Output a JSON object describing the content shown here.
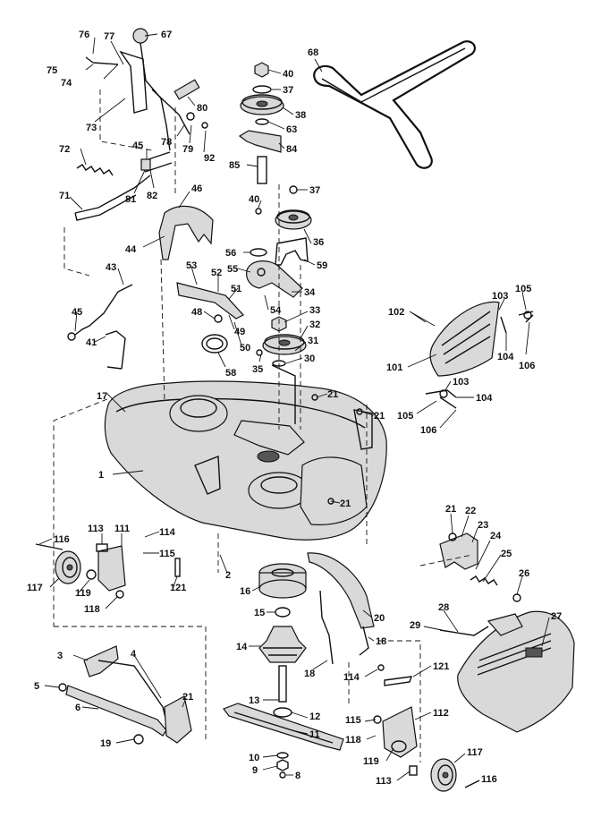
{
  "diagram": {
    "callouts": [
      {
        "id": "c76",
        "text": "76"
      },
      {
        "id": "c77",
        "text": "77"
      },
      {
        "id": "c67",
        "text": "67"
      },
      {
        "id": "c75",
        "text": "75"
      },
      {
        "id": "c74",
        "text": "74"
      },
      {
        "id": "c73",
        "text": "73"
      },
      {
        "id": "c80",
        "text": "80"
      },
      {
        "id": "c78",
        "text": "78"
      },
      {
        "id": "c79",
        "text": "79"
      },
      {
        "id": "c92",
        "text": "92"
      },
      {
        "id": "c72",
        "text": "72"
      },
      {
        "id": "c45a",
        "text": "45"
      },
      {
        "id": "c81",
        "text": "81"
      },
      {
        "id": "c82",
        "text": "82"
      },
      {
        "id": "c71",
        "text": "71"
      },
      {
        "id": "c46",
        "text": "46"
      },
      {
        "id": "c44",
        "text": "44"
      },
      {
        "id": "c40a",
        "text": "40"
      },
      {
        "id": "c37a",
        "text": "37"
      },
      {
        "id": "c38",
        "text": "38"
      },
      {
        "id": "c63",
        "text": "63"
      },
      {
        "id": "c84",
        "text": "84"
      },
      {
        "id": "c85",
        "text": "85"
      },
      {
        "id": "c68",
        "text": "68"
      },
      {
        "id": "c40b",
        "text": "40"
      },
      {
        "id": "c37b",
        "text": "37"
      },
      {
        "id": "c36",
        "text": "36"
      },
      {
        "id": "c56",
        "text": "56"
      },
      {
        "id": "c59",
        "text": "59"
      },
      {
        "id": "c55",
        "text": "55"
      },
      {
        "id": "c34",
        "text": "34"
      },
      {
        "id": "c54",
        "text": "54"
      },
      {
        "id": "c33",
        "text": "33"
      },
      {
        "id": "c32",
        "text": "32"
      },
      {
        "id": "c31",
        "text": "31"
      },
      {
        "id": "c30",
        "text": "30"
      },
      {
        "id": "c53",
        "text": "53"
      },
      {
        "id": "c52",
        "text": "52"
      },
      {
        "id": "c51",
        "text": "51"
      },
      {
        "id": "c48",
        "text": "48"
      },
      {
        "id": "c49",
        "text": "49"
      },
      {
        "id": "c50",
        "text": "50"
      },
      {
        "id": "c58",
        "text": "58"
      },
      {
        "id": "c35",
        "text": "35"
      },
      {
        "id": "c43",
        "text": "43"
      },
      {
        "id": "c45b",
        "text": "45"
      },
      {
        "id": "c41",
        "text": "41"
      },
      {
        "id": "c102",
        "text": "102"
      },
      {
        "id": "c103a",
        "text": "103"
      },
      {
        "id": "c105a",
        "text": "105"
      },
      {
        "id": "c101",
        "text": "101"
      },
      {
        "id": "c104a",
        "text": "104"
      },
      {
        "id": "c106a",
        "text": "106"
      },
      {
        "id": "c103b",
        "text": "103"
      },
      {
        "id": "c104b",
        "text": "104"
      },
      {
        "id": "c105b",
        "text": "105"
      },
      {
        "id": "c106b",
        "text": "106"
      },
      {
        "id": "c17",
        "text": "17"
      },
      {
        "id": "c21a",
        "text": "21"
      },
      {
        "id": "c21b",
        "text": "21"
      },
      {
        "id": "c1",
        "text": "1"
      },
      {
        "id": "c21c",
        "text": "21"
      },
      {
        "id": "c113a",
        "text": "113"
      },
      {
        "id": "c111",
        "text": "111"
      },
      {
        "id": "c114a",
        "text": "114"
      },
      {
        "id": "c116a",
        "text": "116"
      },
      {
        "id": "c115a",
        "text": "115"
      },
      {
        "id": "c117a",
        "text": "117"
      },
      {
        "id": "c119a",
        "text": "119"
      },
      {
        "id": "c121a",
        "text": "121"
      },
      {
        "id": "c118a",
        "text": "118"
      },
      {
        "id": "c2",
        "text": "2"
      },
      {
        "id": "c16",
        "text": "16"
      },
      {
        "id": "c15",
        "text": "15"
      },
      {
        "id": "c14",
        "text": "14"
      },
      {
        "id": "c21d",
        "text": "21"
      },
      {
        "id": "c22",
        "text": "22"
      },
      {
        "id": "c23",
        "text": "23"
      },
      {
        "id": "c24",
        "text": "24"
      },
      {
        "id": "c25",
        "text": "25"
      },
      {
        "id": "c26",
        "text": "26"
      },
      {
        "id": "c27",
        "text": "27"
      },
      {
        "id": "c28",
        "text": "28"
      },
      {
        "id": "c29",
        "text": "29"
      },
      {
        "id": "c20",
        "text": "20"
      },
      {
        "id": "c18a",
        "text": "18"
      },
      {
        "id": "c18b",
        "text": "18"
      },
      {
        "id": "c3",
        "text": "3"
      },
      {
        "id": "c4",
        "text": "4"
      },
      {
        "id": "c5",
        "text": "5"
      },
      {
        "id": "c6",
        "text": "6"
      },
      {
        "id": "c21e",
        "text": "21"
      },
      {
        "id": "c19",
        "text": "19"
      },
      {
        "id": "c13",
        "text": "13"
      },
      {
        "id": "c12",
        "text": "12"
      },
      {
        "id": "c11",
        "text": "11"
      },
      {
        "id": "c10",
        "text": "10"
      },
      {
        "id": "c9",
        "text": "9"
      },
      {
        "id": "c8",
        "text": "8"
      },
      {
        "id": "c114b",
        "text": "114"
      },
      {
        "id": "c121b",
        "text": "121"
      },
      {
        "id": "c115b",
        "text": "115"
      },
      {
        "id": "c112",
        "text": "112"
      },
      {
        "id": "c118b",
        "text": "118"
      },
      {
        "id": "c119b",
        "text": "119"
      },
      {
        "id": "c117b",
        "text": "117"
      },
      {
        "id": "c113b",
        "text": "113"
      },
      {
        "id": "c116b",
        "text": "116"
      }
    ]
  }
}
